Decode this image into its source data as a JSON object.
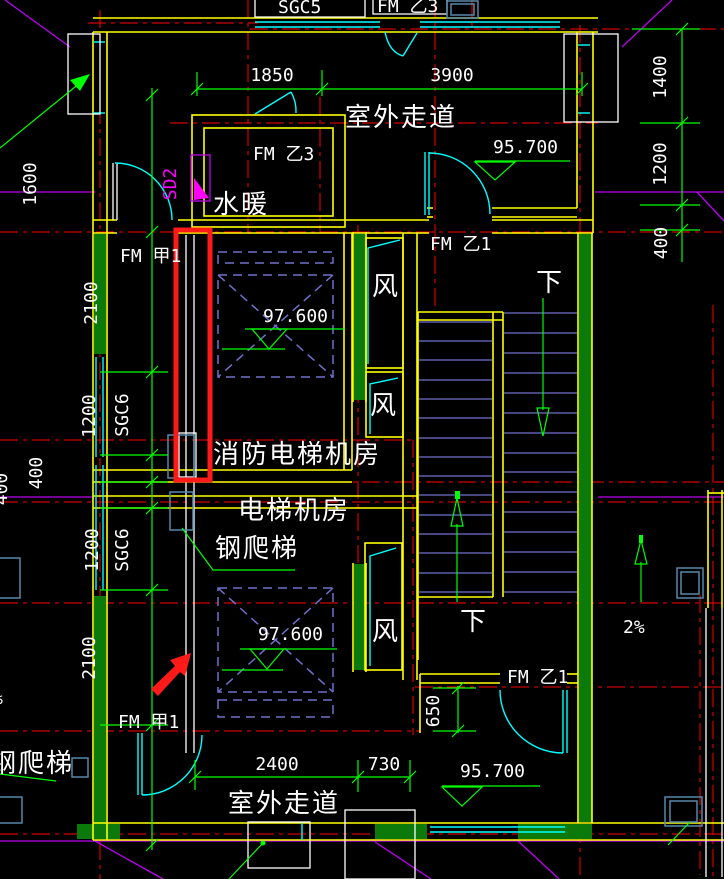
{
  "colors": {
    "background": "#000000",
    "wall_line": "#FFFF00",
    "wall_fill": "#0B7A0B",
    "axis_line": "#FF0000",
    "dimension": "#00FF00",
    "window_door": "#00FFFF",
    "stair_shaft": "#7070CC",
    "fixture": "#5588AA",
    "highlight": "#FF1A1A",
    "special_door": "#FF00FF",
    "text": "#FFFFFF"
  },
  "labels": {
    "sgc5": "SGC5",
    "sgc6": "SGC6",
    "sd2": "SD2",
    "fm_jia1": "FM 甲1",
    "fm_yi1": "FM 乙1",
    "fm_yi3": "FM 乙3",
    "outdoor_corridor": "室外走道",
    "plumbing_room": "水暖",
    "fire_elevator_machine_room": "消防电梯机房",
    "elevator_machine_room": "电梯机房",
    "steel_ladder": "钢爬梯",
    "vent": "风",
    "down": "下",
    "slope": "2%",
    "slope_edge": "%"
  },
  "levels": {
    "machine_floor": "97.600",
    "walkway_floor": "95.700"
  },
  "dims": {
    "top": [
      "1850",
      "3900"
    ],
    "left": [
      "1600",
      "2100",
      "1200",
      "400",
      "400",
      "1200",
      "2100"
    ],
    "right": [
      "1400",
      "1200",
      "400"
    ],
    "bottom": [
      "2400",
      "730"
    ],
    "door": "650"
  }
}
